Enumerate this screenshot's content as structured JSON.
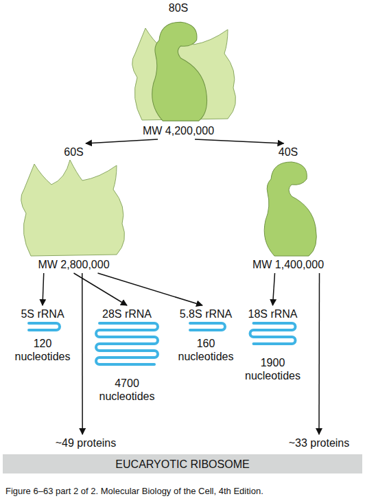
{
  "diagram": {
    "caption": "Figure 6–63 part 2 of 2. Molecular Biology of the Cell, 4th Edition.",
    "nodes": [
      {
        "text": [
          "80S",
          "MW 4,200,000"
        ]
      },
      {
        "text": [
          "60S",
          "MW 2,800,000"
        ]
      },
      {
        "text": [
          "40S",
          "MW 1,400,000"
        ]
      },
      {
        "text": [
          "5S rRNA",
          "120 nucleotides"
        ]
      },
      {
        "text": [
          "28S rRNA",
          "4700 nucleotides"
        ]
      },
      {
        "text": [
          "5.8S rRNA",
          "160 nucleotides"
        ]
      },
      {
        "text": [
          "~49 proteins"
        ]
      },
      {
        "text": [
          "18S rRNA",
          "1900 nucleotides"
        ]
      },
      {
        "text": [
          "~33 proteins"
        ]
      },
      {
        "text": [
          "EUCARYOTIC RIBOSOME"
        ]
      }
    ],
    "edges": [
      {
        "from": 0,
        "to": 1,
        "arrow": "to"
      },
      {
        "from": 0,
        "to": 2,
        "arrow": "to"
      },
      {
        "from": 1,
        "to": 3,
        "arrow": "to"
      },
      {
        "from": 1,
        "to": 4,
        "arrow": "to"
      },
      {
        "from": 1,
        "to": 5,
        "arrow": "to"
      },
      {
        "from": 1,
        "to": 6,
        "arrow": "to"
      },
      {
        "from": 2,
        "to": 7,
        "arrow": "to"
      },
      {
        "from": 2,
        "to": 8,
        "arrow": "to"
      }
    ]
  }
}
